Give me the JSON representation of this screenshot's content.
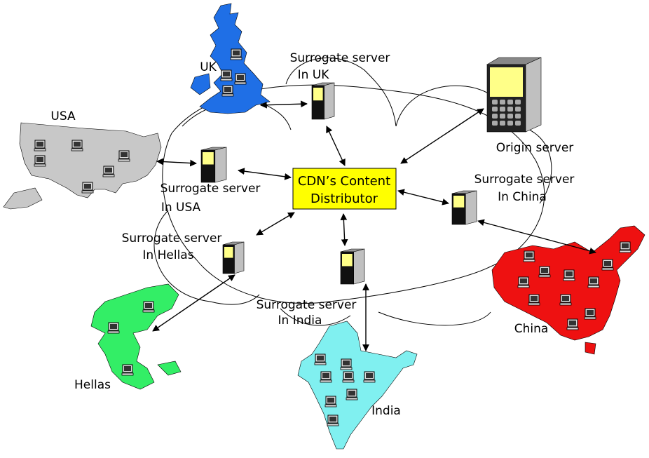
{
  "diagram": {
    "center": {
      "line1": "CDN’s Content",
      "line2": "Distributor",
      "color": "#ffff00"
    },
    "origin": {
      "label": "Origin server"
    },
    "surrogates": [
      {
        "id": "uk",
        "line1": "Surrogate server",
        "line2": "In UK"
      },
      {
        "id": "usa",
        "line1": "Surrogate server",
        "line2": "In USA"
      },
      {
        "id": "china",
        "line1": "Surrogate server",
        "line2": "In China"
      },
      {
        "id": "hellas",
        "line1": "Surrogate server",
        "line2": "In Hellas"
      },
      {
        "id": "india",
        "line1": "Surrogate server",
        "line2": "In India"
      }
    ],
    "regions": [
      {
        "id": "uk",
        "label": "UK",
        "color": "#1f6fe6"
      },
      {
        "id": "usa",
        "label": "USA",
        "color": "#c8c8c8"
      },
      {
        "id": "china",
        "label": "China",
        "color": "#ee1111"
      },
      {
        "id": "hellas",
        "label": "Hellas",
        "color": "#33ee66"
      },
      {
        "id": "india",
        "label": "India",
        "color": "#80f0f0"
      }
    ]
  }
}
